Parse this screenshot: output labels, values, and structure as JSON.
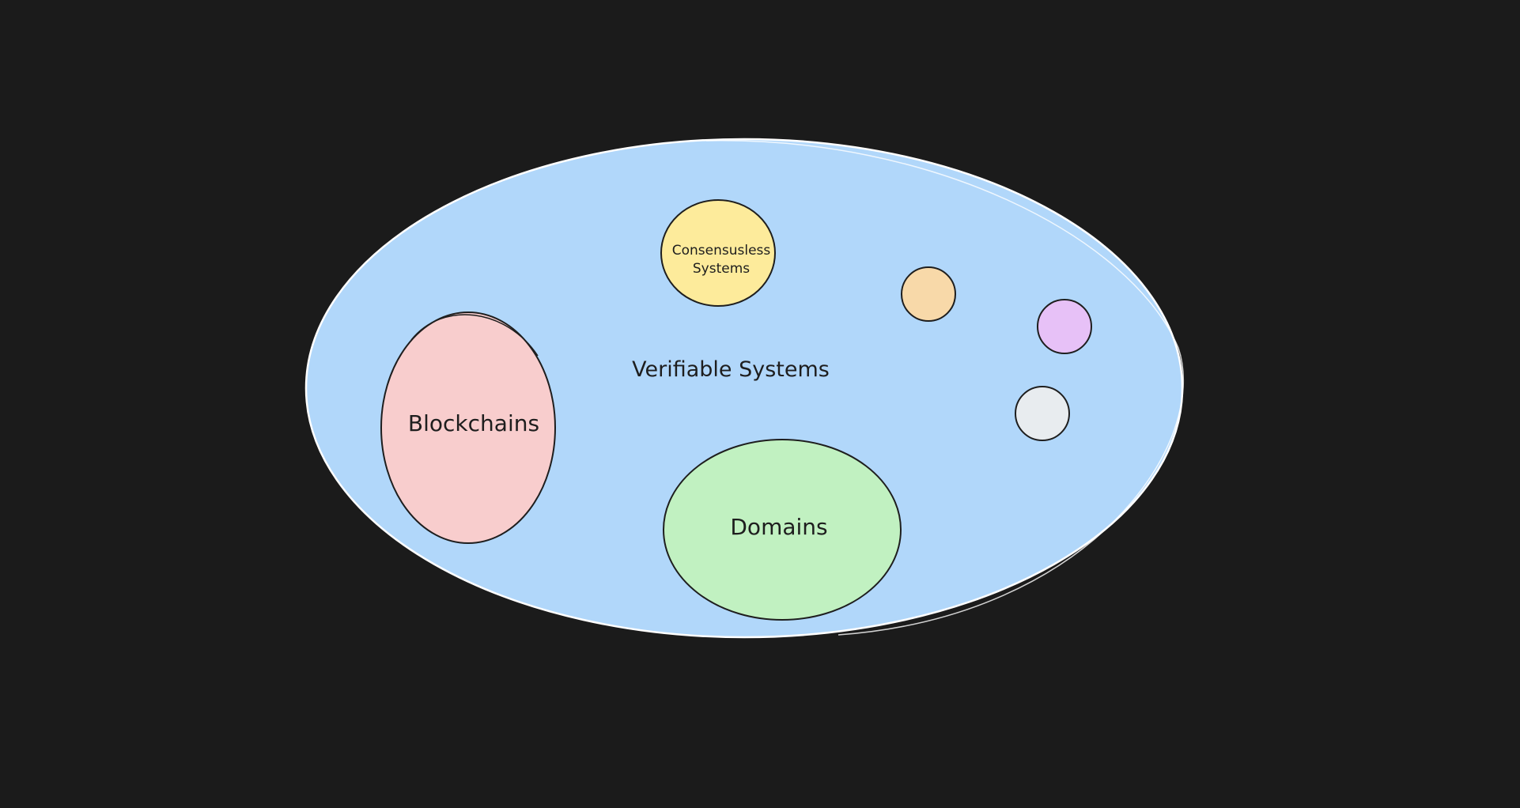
{
  "diagram": {
    "background_color": "#1b1b1b",
    "outer_set": {
      "label": "Verifiable Systems",
      "fill": "#b1d7fa",
      "stroke": "#ffffff"
    },
    "subsets": [
      {
        "id": "blockchains",
        "label_lines": [
          "Blockchains"
        ],
        "fill": "#f8cdcd"
      },
      {
        "id": "consensusless",
        "label_lines": [
          "Consensusless",
          "Systems"
        ],
        "fill": "#fdeb9b"
      },
      {
        "id": "domains",
        "label_lines": [
          "Domains"
        ],
        "fill": "#c1f1c1"
      },
      {
        "id": "orange",
        "label_lines": [],
        "fill": "#f8d9a9"
      },
      {
        "id": "purple",
        "label_lines": [],
        "fill": "#e7c1f7"
      },
      {
        "id": "gray",
        "label_lines": [],
        "fill": "#e8ecef"
      }
    ],
    "subset_stroke": "#1e1e1e"
  }
}
